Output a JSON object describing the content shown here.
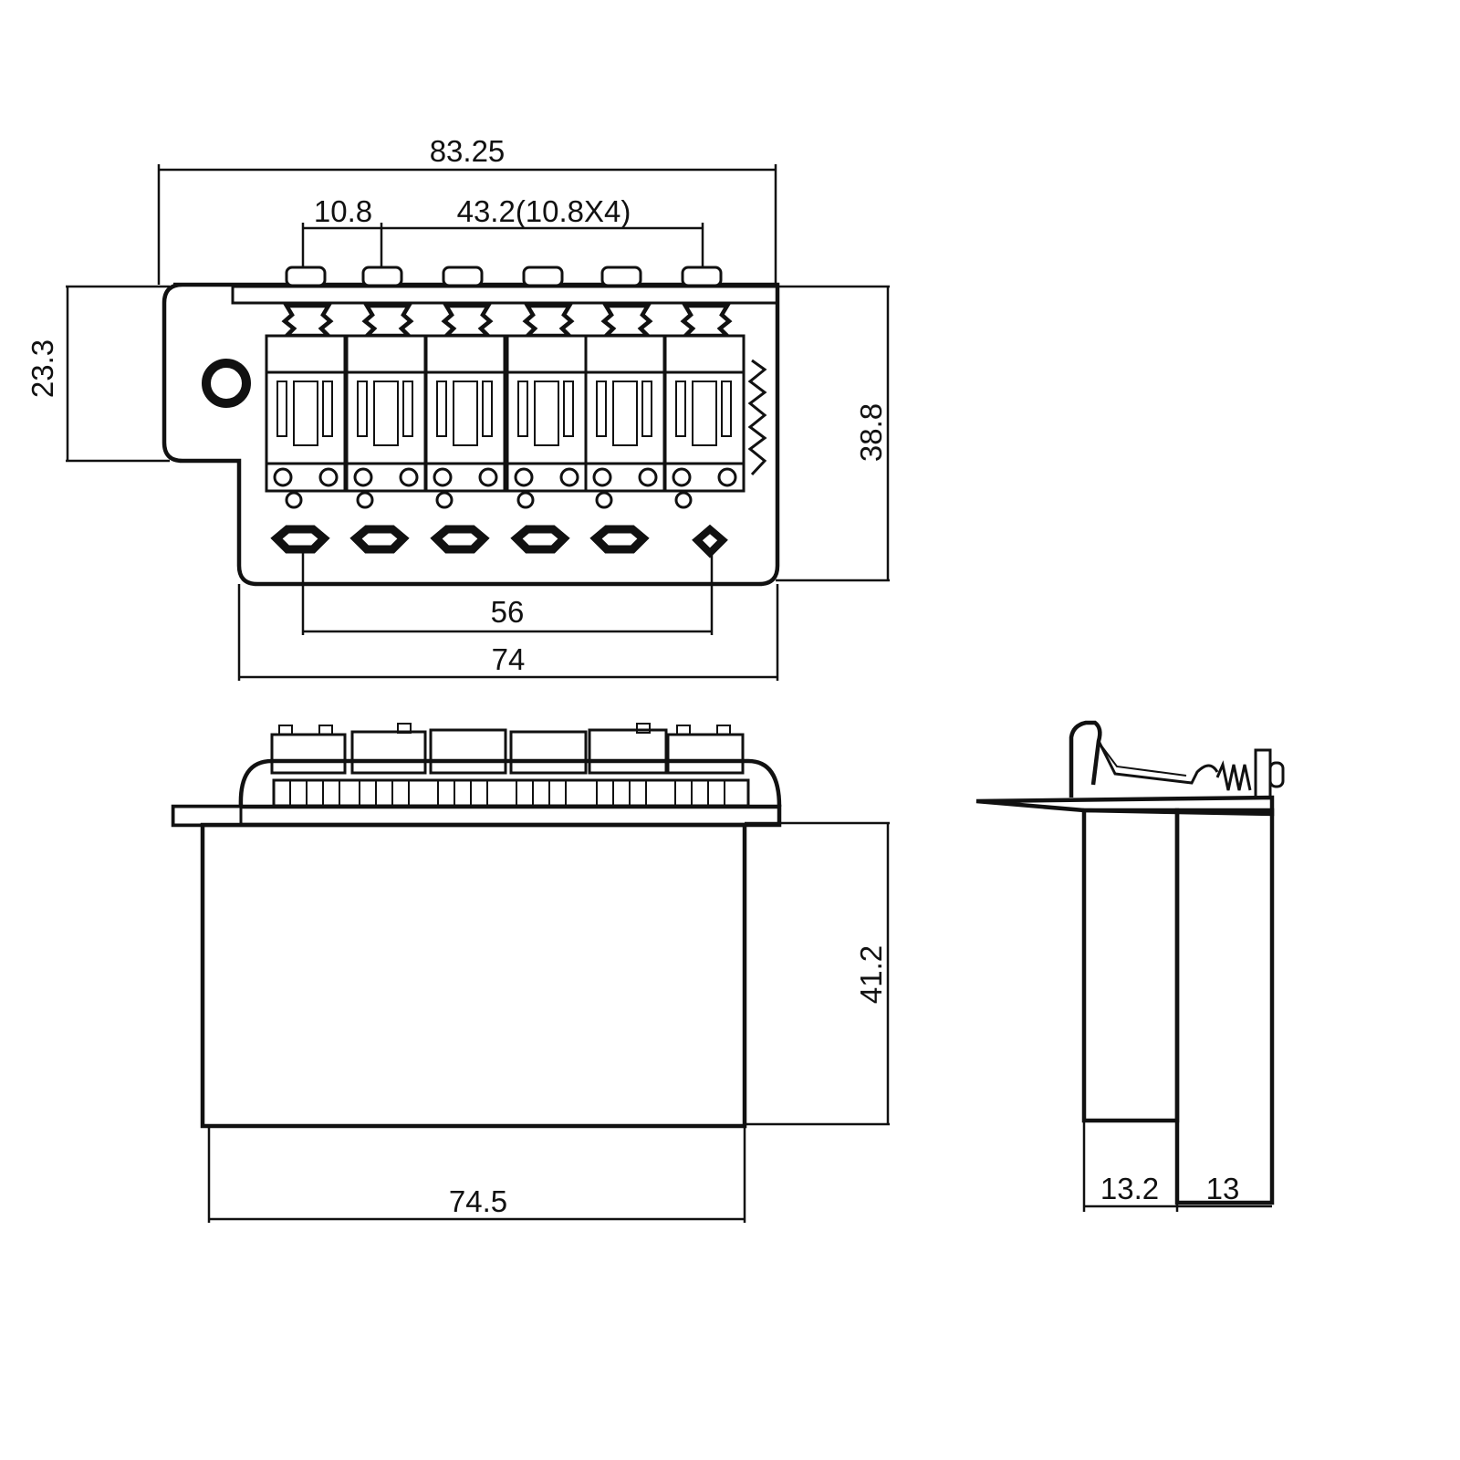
{
  "dimensions": {
    "top_view": {
      "overall_width": "83.25",
      "saddle_pitch": "10.8",
      "saddle_span": "43.2(10.8X4)",
      "plate_depth": "23.3",
      "total_depth": "38.8",
      "hole_span": "56",
      "base_width": "74"
    },
    "front_view": {
      "block_height": "41.2",
      "block_width": "74.5"
    },
    "side_view": {
      "block_depth_a": "13.2",
      "block_depth_b": "13"
    }
  }
}
